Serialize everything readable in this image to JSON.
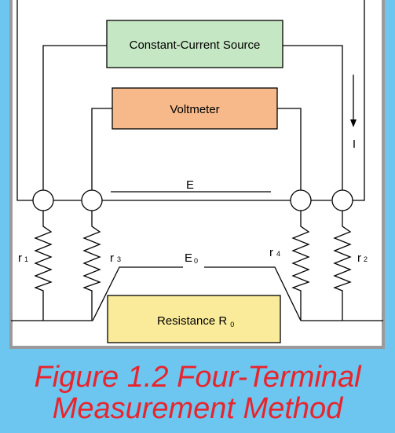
{
  "diagram": {
    "source_label": "Constant-Current Source",
    "voltmeter_label": "Voltmeter",
    "current_label": "I",
    "e_label": "E",
    "e0_label": "E",
    "e0_sub": "0",
    "resistance_label": "Resistance R",
    "resistance_sub": "0",
    "r1": "r",
    "r1_sub": "1",
    "r2": "r",
    "r2_sub": "2",
    "r3": "r",
    "r3_sub": "3",
    "r4": "r",
    "r4_sub": "4"
  },
  "caption": {
    "line1": "Figure 1.2 Four-Terminal",
    "line2": "Measurement Method"
  },
  "colors": {
    "page_background": "#6cc6f0",
    "panel_background": "#ffffff",
    "panel_border": "#9a9a9a",
    "source_fill": "#c6e7c3",
    "voltmeter_fill": "#f7b98a",
    "resistance_fill": "#faeb9a",
    "caption": "#e8242c"
  }
}
